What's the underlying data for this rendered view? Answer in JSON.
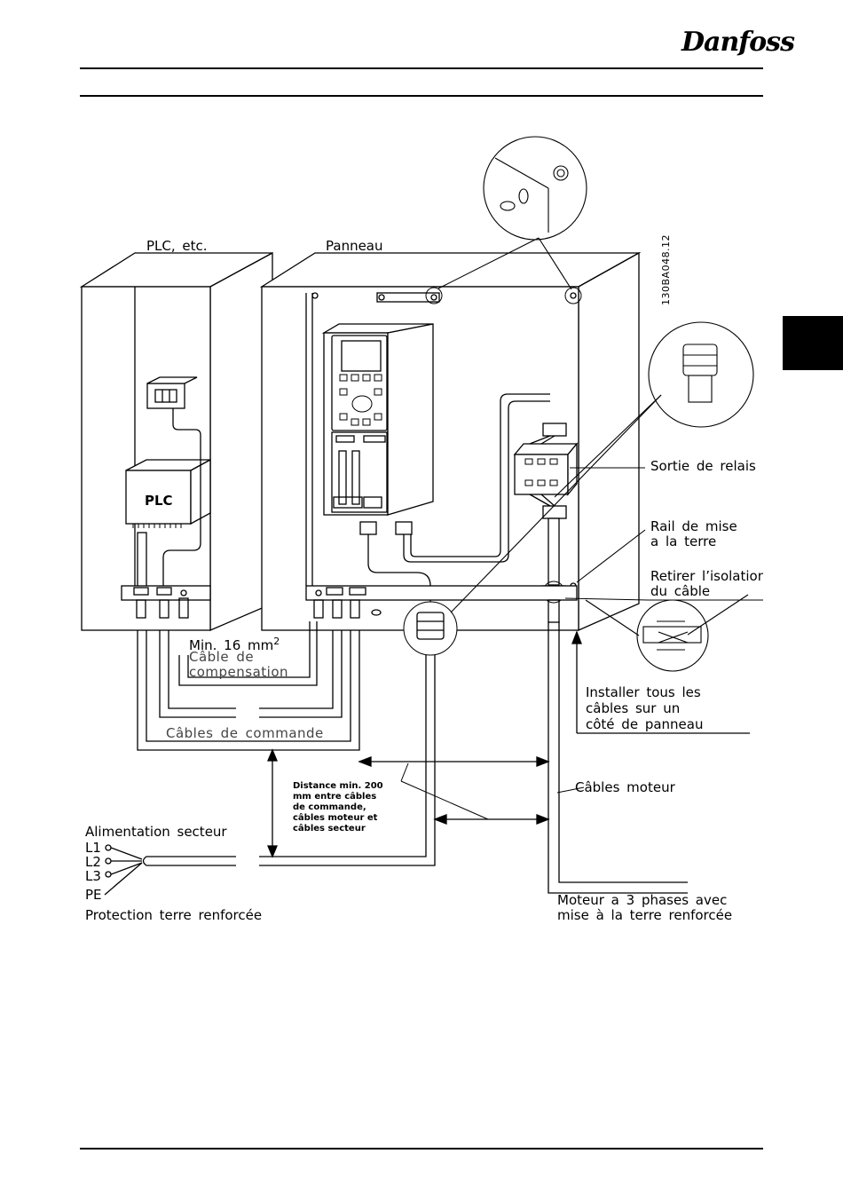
{
  "header": {
    "brand": "Danfoss"
  },
  "figure_code": "130BA048.12",
  "labels": {
    "plc_etc": "PLC, etc.",
    "panneau": "Panneau",
    "plc": "PLC",
    "sortie_relais": "Sortie de relais",
    "rail_line1": "Rail de mise",
    "rail_line2": "a la terre",
    "retirer_line1": "Retirer l’isolation",
    "retirer_line2": "du câble",
    "installer_line1": "Installer tous les",
    "installer_line2": "câbles sur un",
    "installer_line3": "côté de panneau",
    "min16": "Min. 16 mm",
    "min16_sup": "2",
    "compensation_line1": "Câble de",
    "compensation_line2": "compensation",
    "cables_commande": "Câbles de commande",
    "distance": "Distance min. 200 mm entre câbles de commande, câbles moteur et câbles secteur",
    "cables_moteur": "Câbles moteur",
    "alimentation": "Alimentation secteur",
    "l1": "L1",
    "l2": "L2",
    "l3": "L3",
    "pe": "PE",
    "protection": "Protection terre renforcée",
    "moteur_line1": "Moteur a 3 phases avec",
    "moteur_line2": "mise à la terre renforcée"
  }
}
